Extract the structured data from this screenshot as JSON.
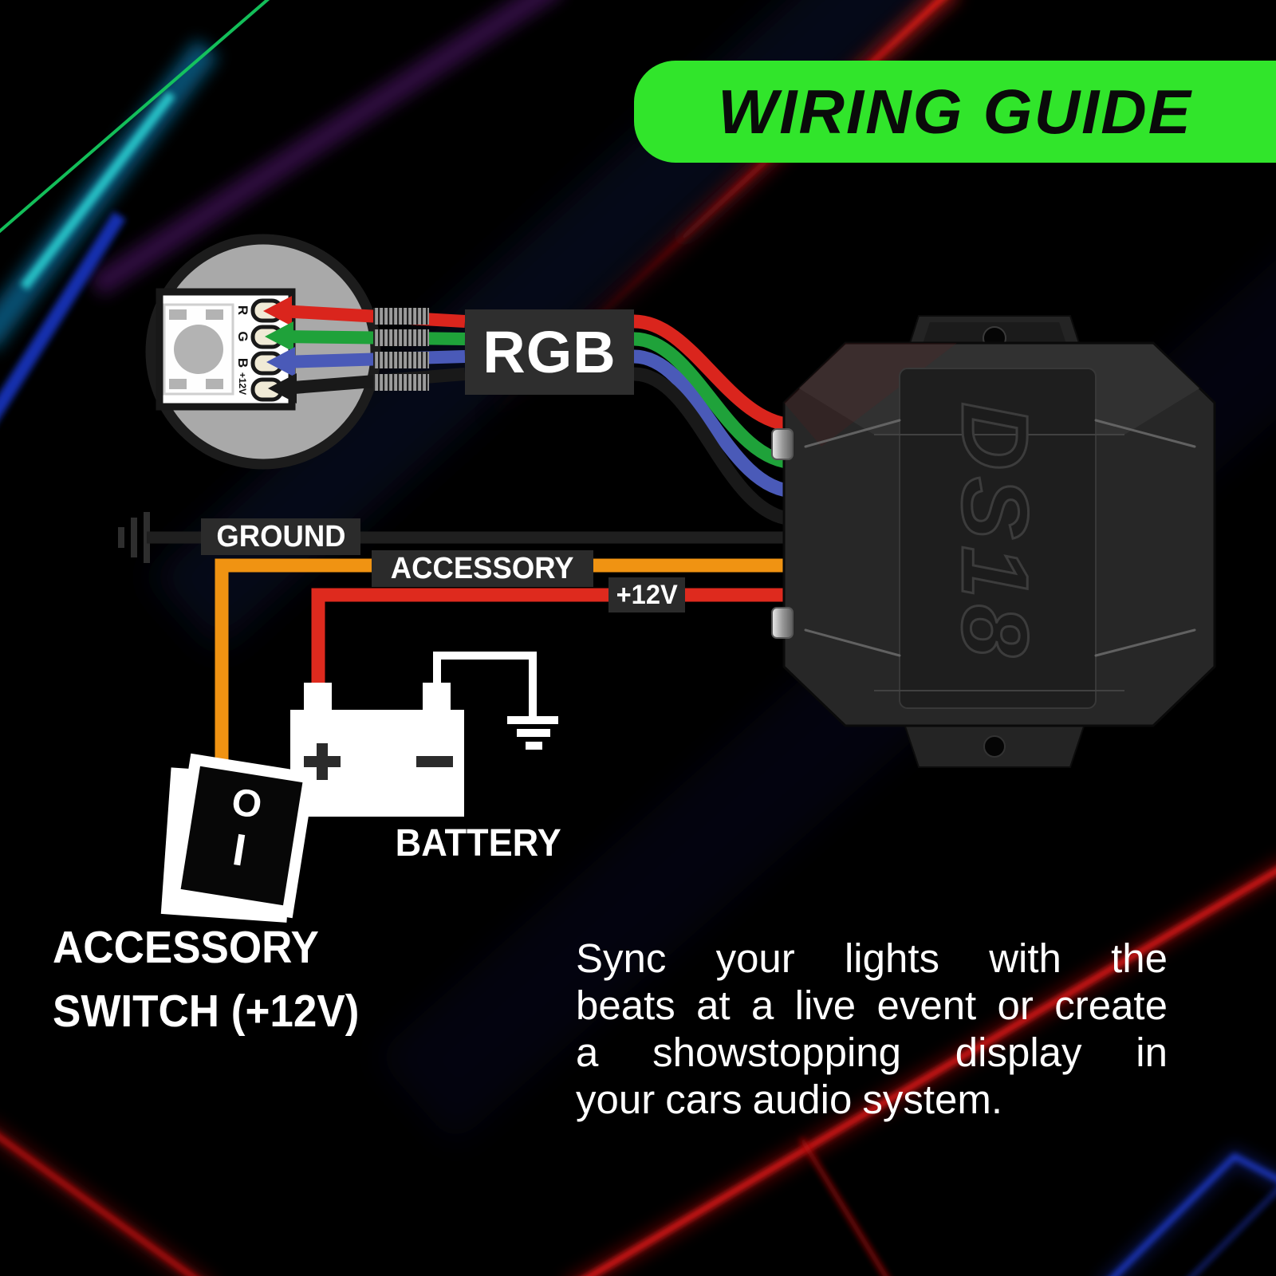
{
  "banner": {
    "title": "WIRING GUIDE",
    "bg_color": "#31e52b"
  },
  "led_closeup": {
    "pads": [
      {
        "label": "R"
      },
      {
        "label": "G"
      },
      {
        "label": "B"
      },
      {
        "label": "+12V"
      }
    ]
  },
  "rgb_cable": {
    "label": "RGB"
  },
  "power_wires": {
    "ground_label": "GROUND",
    "accessory_label": "ACCESSORY",
    "battery_label": "+12V"
  },
  "battery": {
    "caption": "BATTERY",
    "positive_symbol": "+",
    "negative_symbol": "-"
  },
  "accessory_switch": {
    "label_line1": "ACCESSORY",
    "label_line2": "SWITCH (+12V)",
    "rocker_off": "O",
    "rocker_on": "I"
  },
  "controller": {
    "brand": "DS18"
  },
  "description": {
    "lines": [
      "Sync your lights with the",
      "beats at a live event or create",
      "a showstopping display in",
      "your cars audio system."
    ]
  },
  "colors": {
    "banner_green": "#31e52b",
    "wire_red": "#da251d",
    "wire_green": "#1fa23a",
    "wire_blue": "#4a5ab8",
    "wire_black": "#1a1a1a",
    "wire_orange": "#f09312",
    "battery_wire_red": "#de2a1e",
    "label_box_bg": "#2b2b2b",
    "circle_gray": "#a9a9a9"
  }
}
